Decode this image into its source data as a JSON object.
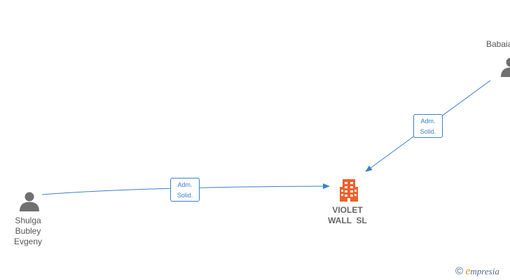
{
  "nodes": {
    "shulga": {
      "label_lines": [
        "Shulga",
        "Bubley",
        "Evgeny"
      ]
    },
    "babaia": {
      "label_lines": [
        "Babaia"
      ]
    },
    "company": {
      "label_lines": [
        "VIOLET",
        "WALL  SL"
      ]
    }
  },
  "edges": [
    {
      "from": "shulga",
      "to": "company",
      "label_lines": [
        "Adm.",
        "Solid."
      ]
    },
    {
      "from": "babaia",
      "to": "company",
      "label_lines": [
        "Adm.",
        "Solid."
      ]
    }
  ],
  "brand": {
    "copyright": "©",
    "initial": "e",
    "rest": "mpresia"
  },
  "colors": {
    "edge": "#3a7fd0",
    "company": "#f0602a",
    "person": "#707070"
  },
  "icons": {
    "person": "person-icon",
    "company": "building-icon"
  }
}
